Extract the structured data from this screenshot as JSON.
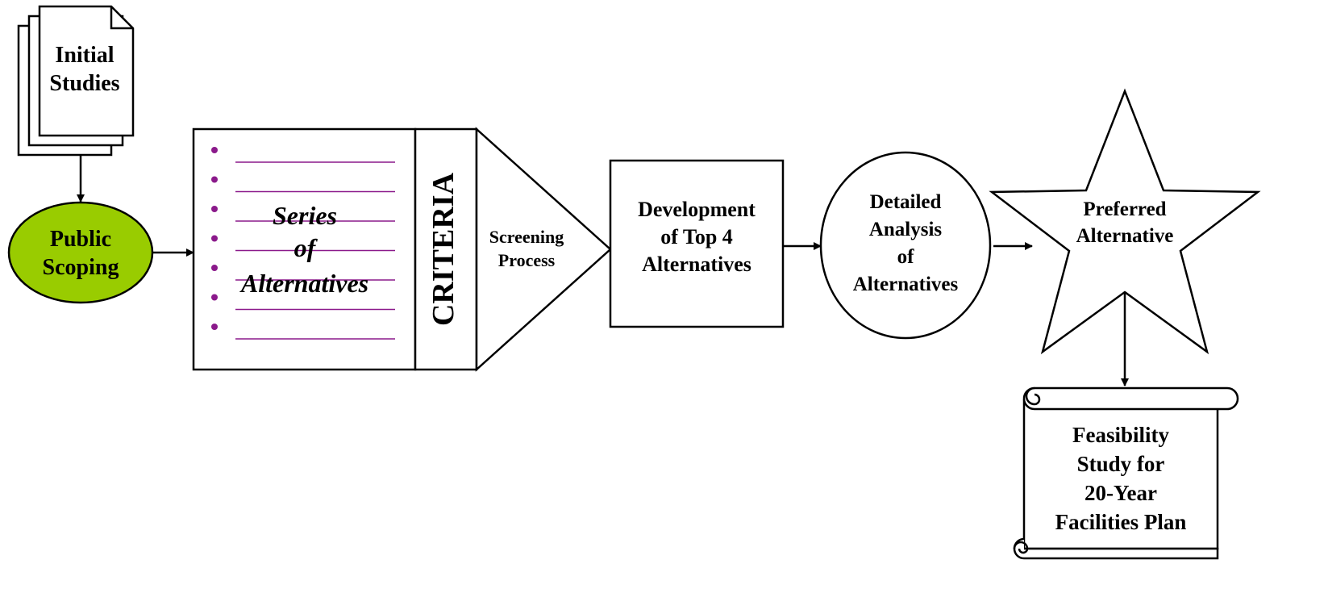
{
  "initial_studies": {
    "line1": "Initial",
    "line2": "Studies"
  },
  "public_scoping": {
    "line1": "Public",
    "line2": "Scoping",
    "fill_color": "#99cc00"
  },
  "series": {
    "line1": "Series",
    "line2": "of",
    "line3": "Alternatives",
    "bullet_color": "#8b1a8b",
    "bullet_count": 7
  },
  "criteria": {
    "label": "CRITERIA"
  },
  "screening": {
    "line1": "Screening",
    "line2": "Process"
  },
  "development": {
    "line1": "Development",
    "line2": "of Top 4",
    "line3": "Alternatives"
  },
  "detailed": {
    "line1": "Detailed",
    "line2": "Analysis",
    "line3": "of",
    "line4": "Alternatives"
  },
  "preferred": {
    "line1": "Preferred",
    "line2": "Alternative"
  },
  "feasibility": {
    "line1": "Feasibility",
    "line2": "Study for",
    "line3": "20-Year",
    "line4": "Facilities Plan"
  }
}
